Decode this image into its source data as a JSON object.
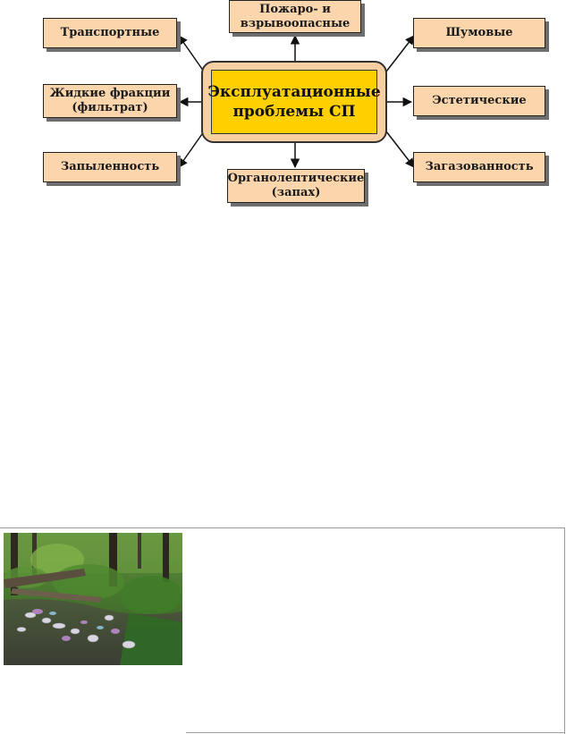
{
  "diagram": {
    "center": "Эксплуатационные\nпроблемы СП",
    "nodes": {
      "transport": "Транспортные",
      "fire": "Пожаро- и\nвзрывоопасные",
      "noise": "Шумовые",
      "liquid": "Жидкие фракции\n(фильтрат)",
      "aesthetic": "Эстетические",
      "dust": "Запыленность",
      "organoleptic": "Органолептические\n(запах)",
      "gas": "Загазованность"
    }
  },
  "colors": {
    "box_fill": "#fbd6ad",
    "center_fill": "#ffd000",
    "center_frame": "#f8cfa0",
    "shadow": "#6e6e6e"
  },
  "photo": {
    "subject": "forest-litter-photo"
  }
}
